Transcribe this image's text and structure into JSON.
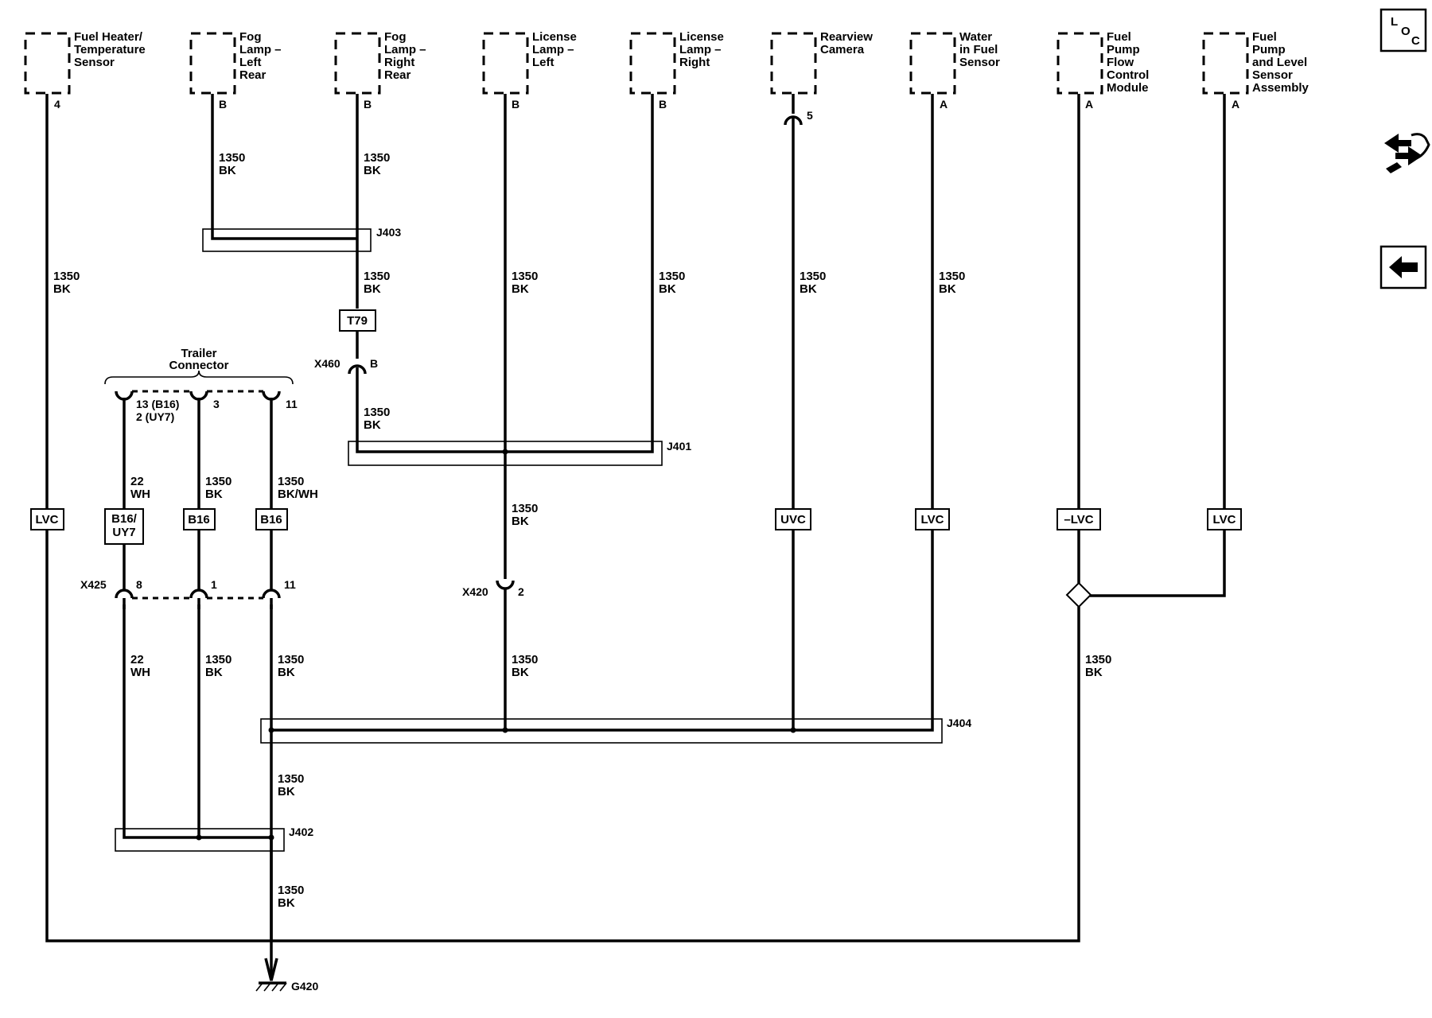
{
  "components": [
    {
      "id": "fuel-heater",
      "lines": [
        "Fuel Heater/",
        "Temperature",
        "Sensor"
      ],
      "pin": "4"
    },
    {
      "id": "fog-left",
      "lines": [
        "Fog",
        "Lamp –",
        "Left",
        "Rear"
      ],
      "pin": "B"
    },
    {
      "id": "fog-right",
      "lines": [
        "Fog",
        "Lamp –",
        "Right",
        "Rear"
      ],
      "pin": "B"
    },
    {
      "id": "license-left",
      "lines": [
        "License",
        "Lamp –",
        "Left"
      ],
      "pin": "B"
    },
    {
      "id": "license-right",
      "lines": [
        "License",
        "Lamp –",
        "Right"
      ],
      "pin": "B"
    },
    {
      "id": "rearview-camera",
      "lines": [
        "Rearview",
        "Camera"
      ],
      "pin": "5"
    },
    {
      "id": "water-in-fuel",
      "lines": [
        "Water",
        "in Fuel",
        "Sensor"
      ],
      "pin": "A"
    },
    {
      "id": "fuel-pump-flow",
      "lines": [
        "Fuel",
        "Pump",
        "Flow",
        "Control",
        "Module"
      ],
      "pin": "A"
    },
    {
      "id": "fuel-pump-level",
      "lines": [
        "Fuel",
        "Pump",
        "and Level",
        "Sensor",
        "Assembly"
      ],
      "pin": "A"
    }
  ],
  "wire_labels": [
    {
      "id": "w-fog-left",
      "lines": [
        "1350",
        "BK"
      ]
    },
    {
      "id": "w-fog-right-top",
      "lines": [
        "1350",
        "BK"
      ]
    },
    {
      "id": "w-fuel-heater",
      "lines": [
        "1350",
        "BK"
      ]
    },
    {
      "id": "w-fog-right-mid",
      "lines": [
        "1350",
        "BK"
      ]
    },
    {
      "id": "w-license-left-top",
      "lines": [
        "1350",
        "BK"
      ]
    },
    {
      "id": "w-license-right",
      "lines": [
        "1350",
        "BK"
      ]
    },
    {
      "id": "w-camera",
      "lines": [
        "1350",
        "BK"
      ]
    },
    {
      "id": "w-water",
      "lines": [
        "1350",
        "BK"
      ]
    },
    {
      "id": "w-x460-lower",
      "lines": [
        "1350",
        "BK"
      ]
    },
    {
      "id": "w-trailer-13",
      "lines": [
        "22",
        "WH"
      ]
    },
    {
      "id": "w-trailer-3",
      "lines": [
        "1350",
        "BK"
      ]
    },
    {
      "id": "w-trailer-11",
      "lines": [
        "1350",
        "BK/WH"
      ]
    },
    {
      "id": "w-license-mid",
      "lines": [
        "1350",
        "BK"
      ]
    },
    {
      "id": "w-x425-8",
      "lines": [
        "22",
        "WH"
      ]
    },
    {
      "id": "w-x425-1",
      "lines": [
        "1350",
        "BK"
      ]
    },
    {
      "id": "w-x425-11",
      "lines": [
        "1350",
        "BK"
      ]
    },
    {
      "id": "w-x420-lower",
      "lines": [
        "1350",
        "BK"
      ]
    },
    {
      "id": "w-fuel-pump",
      "lines": [
        "1350",
        "BK"
      ]
    },
    {
      "id": "w-j404-out",
      "lines": [
        "1350",
        "BK"
      ]
    },
    {
      "id": "w-j402-out",
      "lines": [
        "1350",
        "BK"
      ]
    }
  ],
  "splices": {
    "j403": "J403",
    "j401": "J401",
    "j404": "J404",
    "j402": "J402"
  },
  "connectors": {
    "x460": {
      "name": "X460",
      "pin": "B"
    },
    "x420": {
      "name": "X420",
      "pin": "2"
    },
    "x425": {
      "name": "X425",
      "pins": [
        "8",
        "1",
        "11"
      ]
    },
    "camera_pin": "5"
  },
  "trailer_connector": {
    "lines": [
      "Trailer",
      "Connector"
    ],
    "pins": [
      "13 (B16)",
      "2 (UY7)",
      "3",
      "11"
    ]
  },
  "option_tags": {
    "t79": "T79",
    "lvc_1": "LVC",
    "b16_uy7": [
      "B16/",
      "UY7"
    ],
    "b16_a": "B16",
    "b16_b": "B16",
    "uvc": "UVC",
    "lvc_2": "LVC",
    "neg_lvc": "–LVC",
    "lvc_3": "LVC"
  },
  "ground": {
    "name": "G420"
  },
  "nav": {
    "loc_letters": [
      "L",
      "O",
      "C"
    ]
  }
}
